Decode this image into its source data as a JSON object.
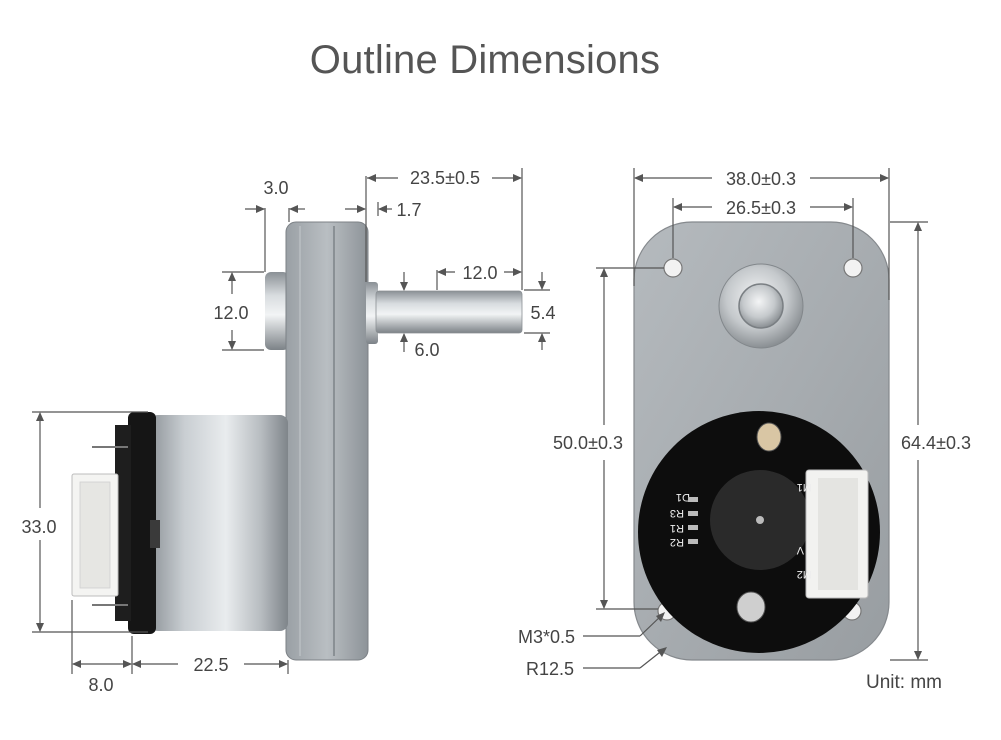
{
  "title": "Outline Dimensions",
  "unit_label": "Unit: mm",
  "side_view": {
    "shaft_flat_width": "3.0",
    "flange_to_shaft_end": "23.5±0.5",
    "flange_thickness": "1.7",
    "shaft_length": "12.0",
    "boss_diameter": "12.0",
    "shaft_flat": "5.4",
    "shaft_diameter": "6.0",
    "motor_diameter": "33.0",
    "connector_depth": "8.0",
    "motor_length": "22.5"
  },
  "front_view": {
    "overall_width": "38.0±0.3",
    "hole_spacing_x": "26.5±0.3",
    "hole_spacing_y": "50.0±0.3",
    "overall_height": "64.4±0.3",
    "mount_hole": "M3*0.5",
    "corner_radius": "R12.5"
  },
  "pcb_labels": [
    "D1",
    "R3",
    "R1",
    "R2",
    "M1",
    "M2",
    "V"
  ]
}
